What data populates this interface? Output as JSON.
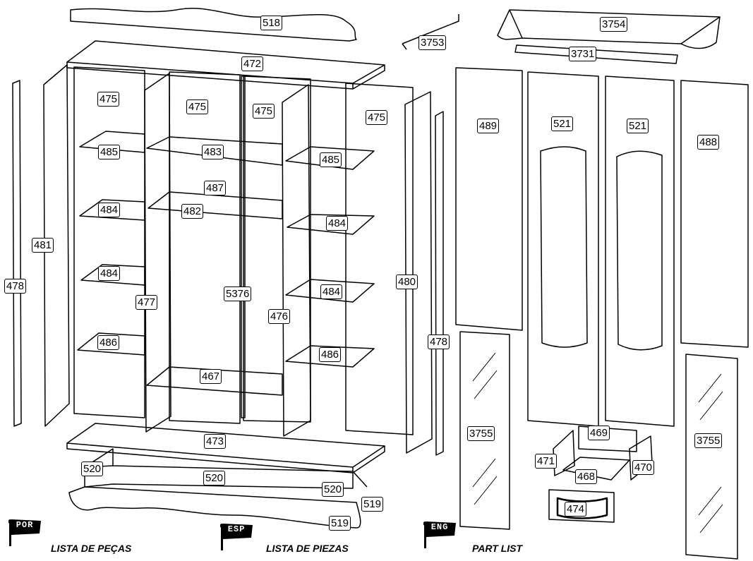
{
  "parts": {
    "p518": "518",
    "p3753": "3753",
    "p3754": "3754",
    "p3731": "3731",
    "p472": "472",
    "p475a": "475",
    "p475b": "475",
    "p475c": "475",
    "p475d": "475",
    "p489": "489",
    "p521a": "521",
    "p521b": "521",
    "p488": "488",
    "p485a": "485",
    "p483": "483",
    "p485b": "485",
    "p487": "487",
    "p484a": "484",
    "p482": "482",
    "p484b": "484",
    "p481": "481",
    "p478a": "478",
    "p484c": "484",
    "p5376": "5376",
    "p484d": "484",
    "p477": "477",
    "p476": "476",
    "p480": "480",
    "p486a": "486",
    "p486b": "486",
    "p467": "467",
    "p478b": "478",
    "p3755a": "3755",
    "p469": "469",
    "p3755b": "3755",
    "p473": "473",
    "p471": "471",
    "p470": "470",
    "p468": "468",
    "p520a": "520",
    "p520b": "520",
    "p520c": "520",
    "p519a": "519",
    "p474": "474",
    "p519b": "519"
  },
  "footer": {
    "por": {
      "code": "POR",
      "title": "LISTA DE PEÇAS"
    },
    "esp": {
      "code": "ESP",
      "title": "LISTA DE PIEZAS"
    },
    "eng": {
      "code": "ENG",
      "title": "PART LIST"
    }
  }
}
